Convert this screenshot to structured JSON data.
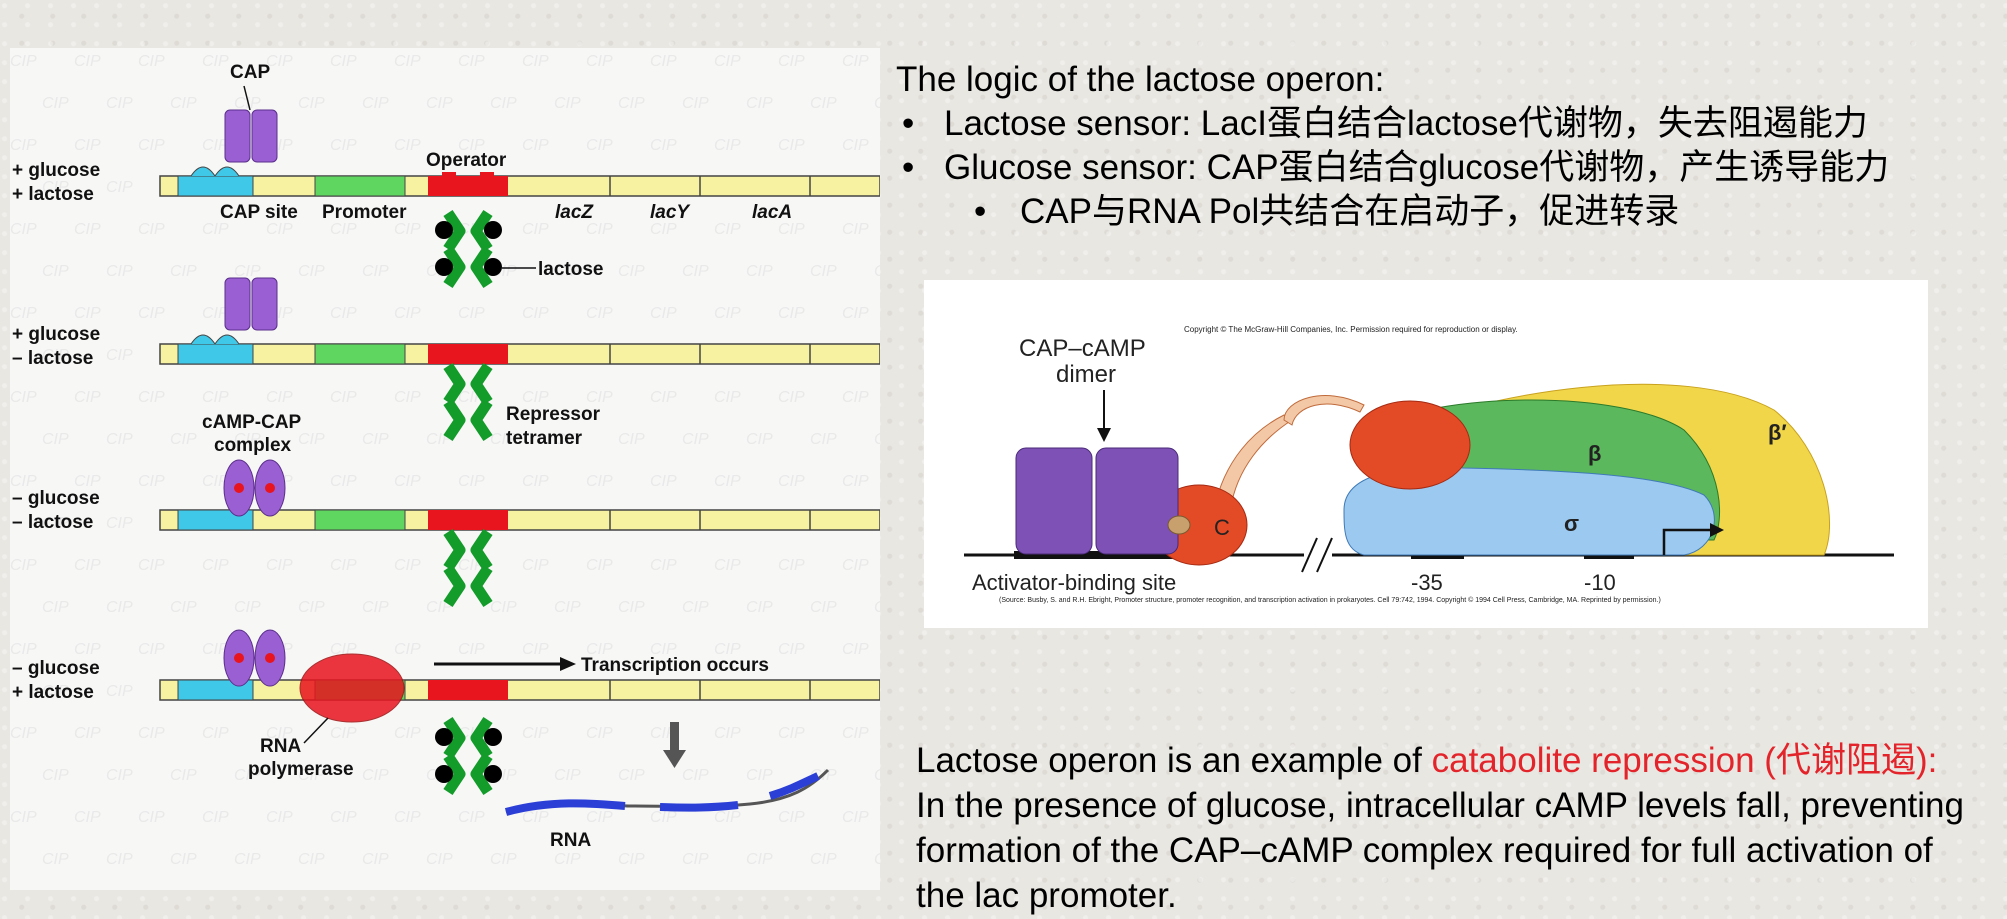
{
  "left_diagram": {
    "watermark": "CIP",
    "rows": [
      {
        "conditions": [
          "+ glucose",
          "+ lactose"
        ]
      },
      {
        "conditions": [
          "+ glucose",
          "– lactose"
        ]
      },
      {
        "conditions": [
          "– glucose",
          "– lactose"
        ]
      },
      {
        "conditions": [
          "– glucose",
          "+ lactose"
        ]
      }
    ],
    "labels": {
      "cap": "CAP",
      "operator": "Operator",
      "cap_site": "CAP site",
      "promoter": "Promoter",
      "lacz": "lacZ",
      "lacy": "lacY",
      "laca": "lacA",
      "lactose": "lactose",
      "repressor_line1": "Repressor",
      "repressor_line2": "tetramer",
      "camp_line1": "cAMP-CAP",
      "camp_line2": "complex",
      "transcription": "Transcription occurs",
      "rna_pol_line1": "RNA",
      "rna_pol_line2": "polymerase",
      "rna": "RNA"
    },
    "colors": {
      "cap": "#9b5fd4",
      "cap_site": "#40c8e8",
      "promoter": "#5fd65f",
      "operator": "#e8141e",
      "repressor": "#139c2a",
      "dna": "#f6f2a2",
      "rna": "#2b3fd6"
    }
  },
  "logic": {
    "title": "The logic of the lactose operon:",
    "bullets": [
      "Lactose sensor: LacI蛋白结合lactose代谢物，失去阻遏能力",
      "Glucose sensor: CAP蛋白结合glucose代谢物，产生诱导能力"
    ],
    "sub_bullet": "CAP与RNA Pol共结合在启动子，促进转录"
  },
  "right_diagram": {
    "copyright": "Copyright © The McGraw-Hill Companies, Inc. Permission required for reproduction or display.",
    "dimer_line1": "CAP–cAMP",
    "dimer_line2": "dimer",
    "c_label": "C",
    "beta": "β",
    "beta_prime": "β′",
    "sigma": "σ",
    "site_label": "Activator-binding site",
    "minus35": "-35",
    "minus10": "-10",
    "source": "(Source: Busby, S. and R.H. Ebright, Promoter structure, promoter recognition, and transcription activation in prokaryotes. Cell 79:742, 1994. Copyright © 1994 Cell Press, Cambridge, MA. Reprinted by permission.)"
  },
  "summary": {
    "before": "Lactose operon is an example of ",
    "red": "catabolite repression (代谢阻遏):",
    "after": "  In the presence of glucose, intracellular cAMP levels fall, preventing formation of the CAP–cAMP complex required for full activation of the lac promoter."
  }
}
